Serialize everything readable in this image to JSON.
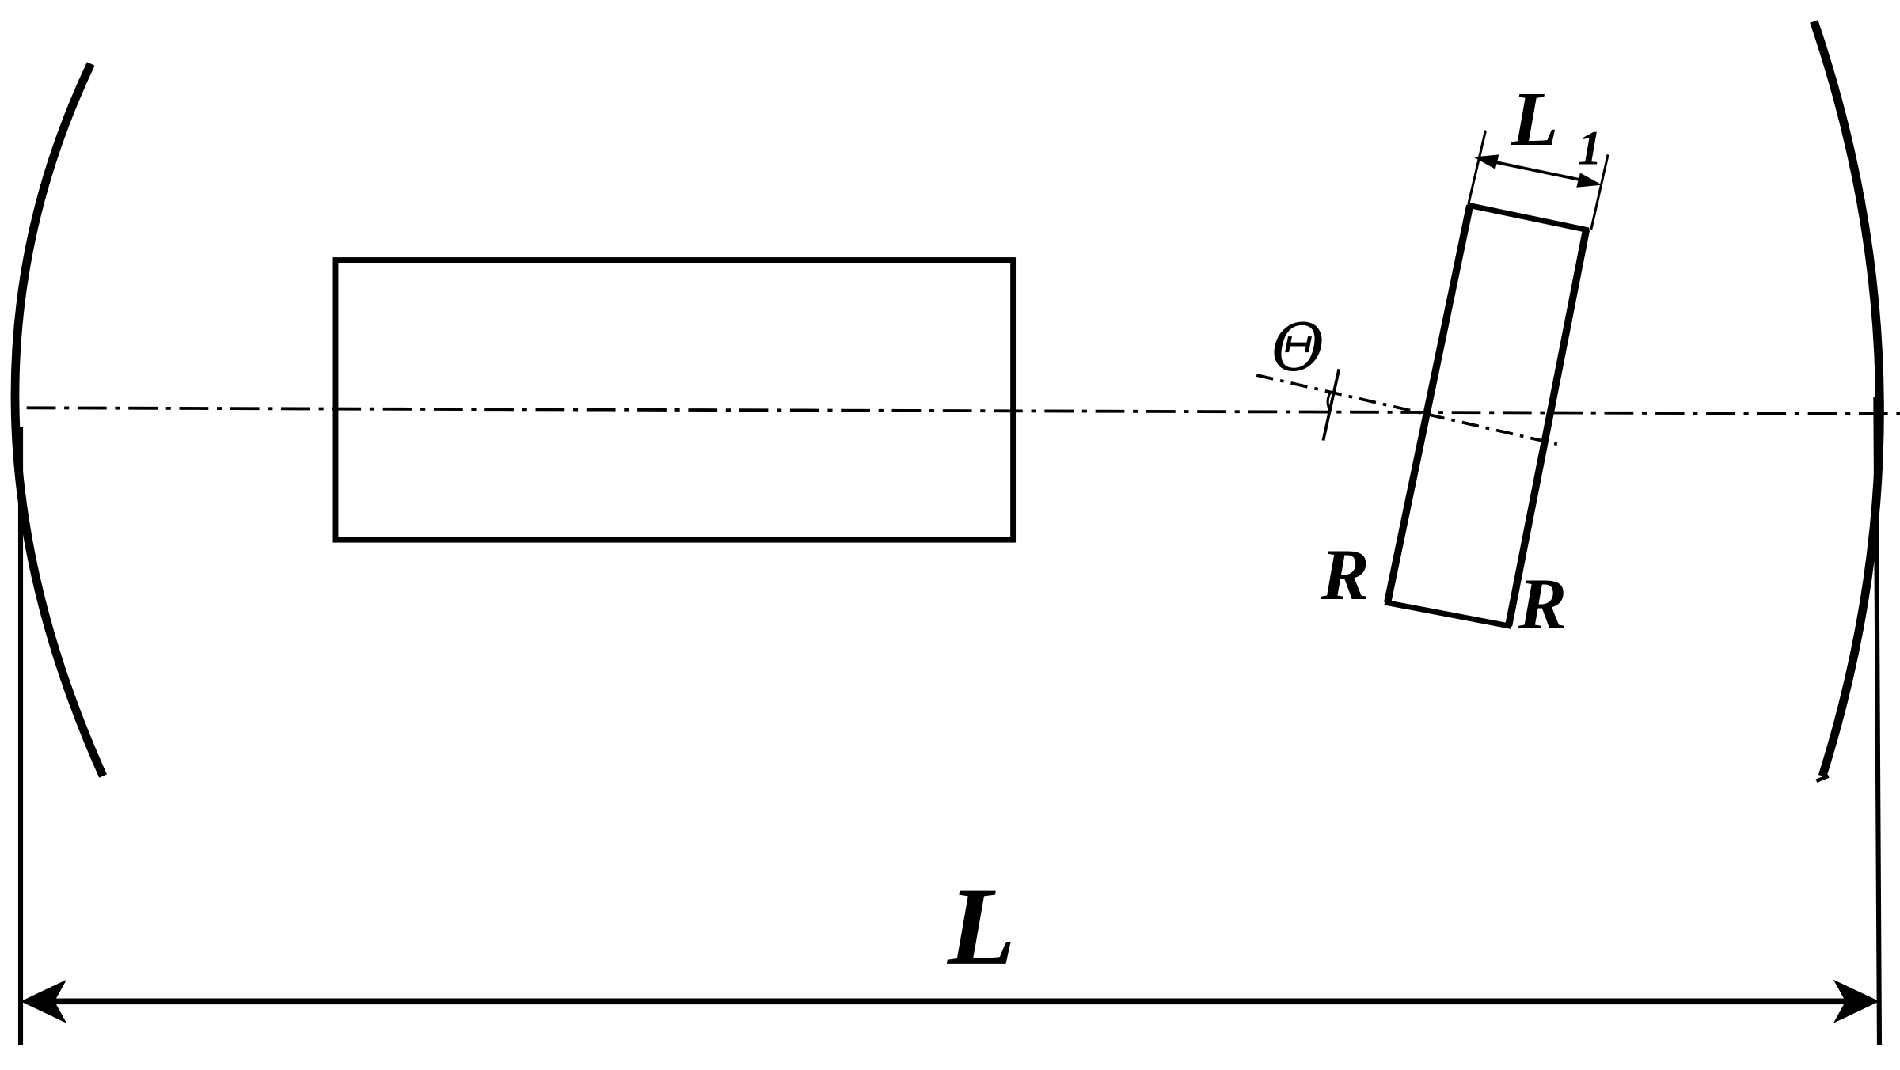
{
  "diagram": {
    "labels": {
      "cavity_length": "L",
      "element_length_base": "L",
      "element_length_sub": "1",
      "tilt_angle": "Θ",
      "surface_left": "R",
      "surface_right": "R"
    },
    "colors": {
      "ink": "#000000",
      "background": "#ffffff"
    }
  }
}
